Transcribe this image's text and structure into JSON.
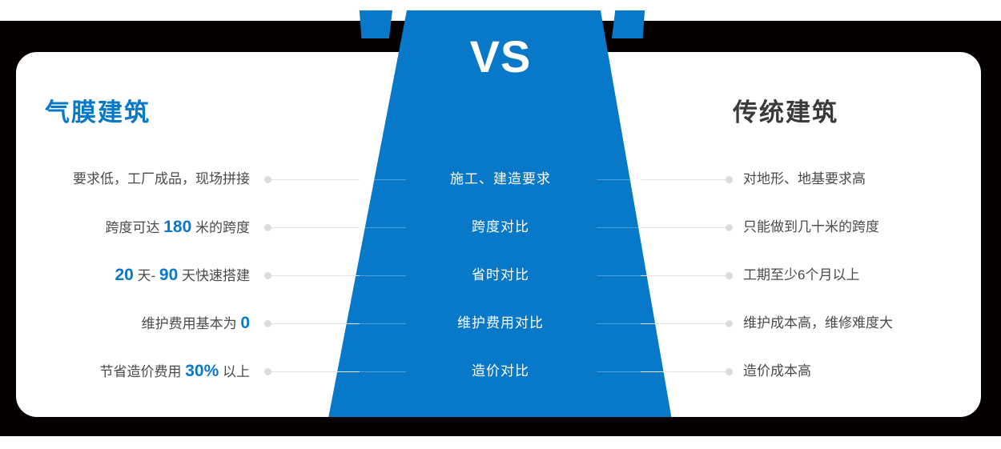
{
  "banner": {
    "vs_label": "VS",
    "accent_color": "#0878c8"
  },
  "columns": {
    "left_title": "气膜建筑",
    "right_title": "传统建筑"
  },
  "rows": [
    {
      "left_prefix": "要求低，工厂成品，现场拼接",
      "left_highlight": "",
      "left_suffix": "",
      "center": "施工、建造要求",
      "right": "对地形、地基要求高"
    },
    {
      "left_prefix": "跨度可达 ",
      "left_highlight": "180",
      "left_suffix": " 米的跨度",
      "center": "跨度对比",
      "right": "只能做到几十米的跨度"
    },
    {
      "left_prefix": "",
      "left_highlight": "20",
      "left_mid": " 天- ",
      "left_highlight2": "90",
      "left_suffix": " 天快速搭建",
      "center": "省时对比",
      "right": "工期至少6个月以上"
    },
    {
      "left_prefix": "维护费用基本为 ",
      "left_highlight": "0",
      "left_suffix": "",
      "center": "维护费用对比",
      "right": "维护成本高，维修难度大"
    },
    {
      "left_prefix": "节省造价费用 ",
      "left_highlight": "30%",
      "left_suffix": " 以上",
      "center": "造价对比",
      "right": "造价成本高"
    }
  ]
}
